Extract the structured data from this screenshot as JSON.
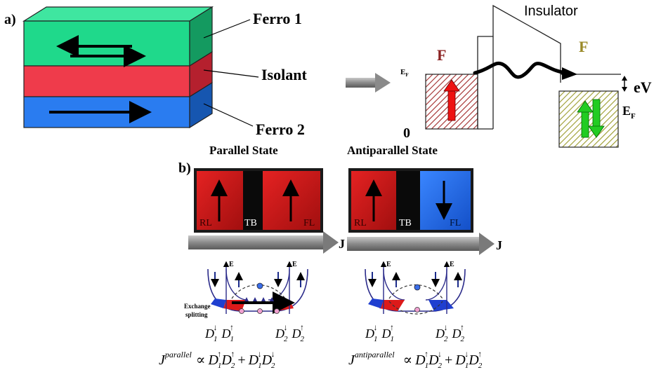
{
  "panel_a": {
    "label": "a)",
    "layer_top_label": "Ferro 1",
    "layer_mid_label": "Isolant",
    "layer_bottom_label": "Ferro 2",
    "barrier_label": "Insulator",
    "left_electrode_label": "F",
    "right_electrode_label": "F",
    "fermi_left": "E",
    "fermi_left_sub": "F",
    "fermi_right": "E",
    "fermi_right_sub": "F",
    "bias_label": "eV",
    "zero_label": "0"
  },
  "panel_b": {
    "label": "b)",
    "parallel_title": "Parallel State",
    "antiparallel_title": "Antiparallel State",
    "rl_label": "RL",
    "tb_label": "TB",
    "fl_label": "FL",
    "current_label": "J",
    "energy_axis": "E",
    "exchange_label_1": "Exchange",
    "exchange_label_2": "splitting",
    "d1": "D",
    "d2": "D",
    "sub1": "1",
    "sub2": "2",
    "down": "↓",
    "up": "↑",
    "j_par_symbol": "J",
    "j_par_sup": "parallel",
    "j_anti_symbol": "J",
    "j_anti_sup": "antiparallel",
    "prop": "∝",
    "plus": "+"
  },
  "colors": {
    "ferro_top": "#1fd98b",
    "ferro_top_side": "#149a60",
    "isolant": "#ef3b4b",
    "isolant_side": "#b5202e",
    "ferro_bottom": "#2a7cf0",
    "ferro_bottom_side": "#1656b0",
    "rl_red": "#cc1717",
    "fl_blue": "#1e6bf0",
    "barrier_black": "#0a0a0a",
    "arrow_gray": "#8a8a8a",
    "hatch_red": "#a12a2a",
    "hatch_olive": "#a3a33a",
    "spin_red": "#ee1111",
    "spin_green": "#22cc22"
  }
}
